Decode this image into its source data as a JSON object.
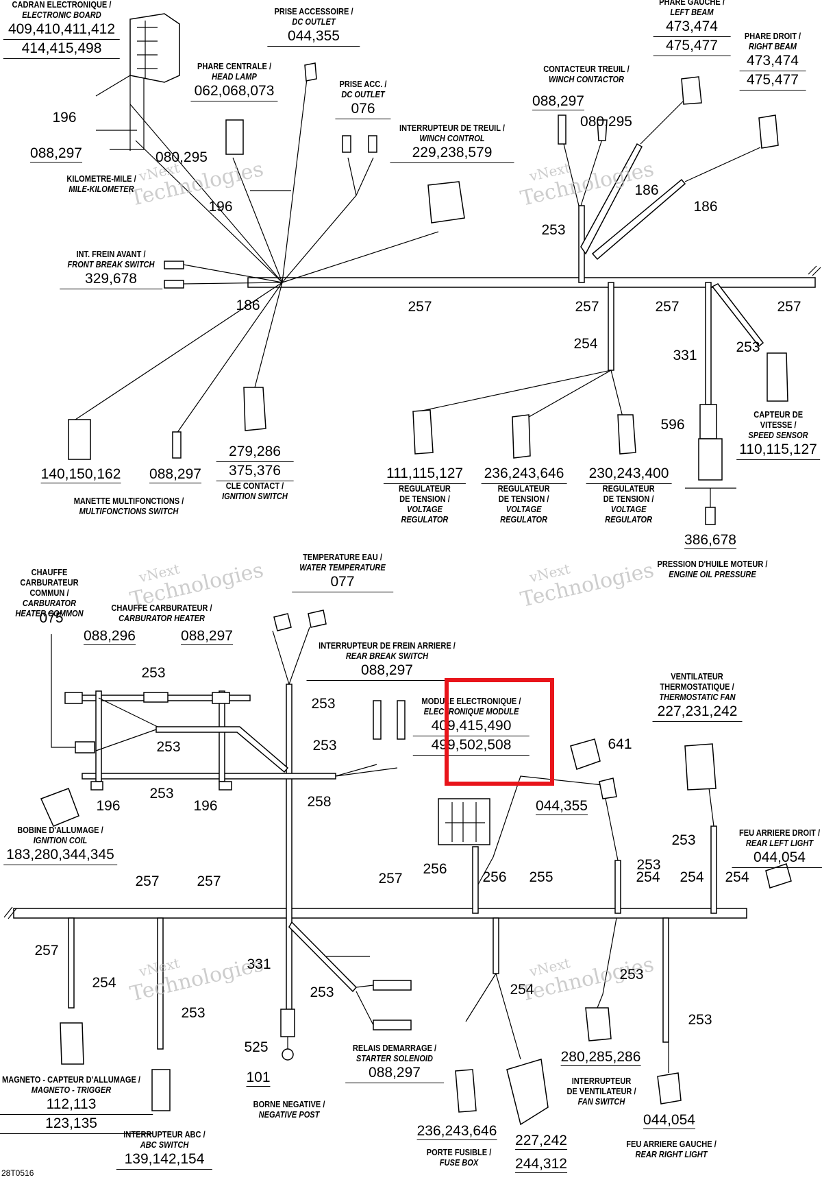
{
  "diagram_code": "28T0516",
  "watermark": [
    "vNext",
    "Technologies"
  ],
  "highlight_color": "#e8141a",
  "components": [
    {
      "id": "electronic-board",
      "fr": "CADRAN ELECTRONIQUE /",
      "en": "ELECTRONIC BOARD",
      "nums": [
        "409,410,411,412",
        "414,415,498"
      ]
    },
    {
      "id": "dc-outlet",
      "fr": "PRISE ACCESSOIRE /",
      "en": "DC OUTLET",
      "nums": [
        "044,355"
      ]
    },
    {
      "id": "left-beam",
      "fr": "PHARE GAUCHE /",
      "en": "LEFT BEAM",
      "nums": [
        "473,474",
        "475,477"
      ]
    },
    {
      "id": "right-beam",
      "fr": "PHARE DROIT /",
      "en": "RIGHT BEAM",
      "nums": [
        "473,474",
        "475,477"
      ]
    },
    {
      "id": "head-lamp",
      "fr": "PHARE CENTRALE /",
      "en": "HEAD LAMP",
      "nums": [
        "062,068,073"
      ]
    },
    {
      "id": "dc-outlet-2",
      "fr": "PRISE ACC. /",
      "en": "DC OUTLET",
      "nums": [
        "076"
      ]
    },
    {
      "id": "winch-contactor",
      "fr": "CONTACTEUR TREUIL /",
      "en": "WINCH CONTACTOR",
      "nums": [
        "088,297"
      ]
    },
    {
      "id": "winch-control",
      "fr": "INTERRUPTEUR DE TREUIL /",
      "en": "WINCH CONTROL",
      "nums": [
        "229,238,579"
      ]
    },
    {
      "id": "mile-kilometer",
      "fr": "KILOMETRE-MILE /",
      "en": "MILE-KILOMETER",
      "nums": []
    },
    {
      "id": "front-break-switch",
      "fr": "INT. FREIN AVANT /",
      "en": "FRONT BREAK SWITCH",
      "nums": [
        "329,678"
      ]
    },
    {
      "id": "multifunction-switch",
      "fr": "MANETTE MULTIFONCTIONS /",
      "en": "MULTIFONCTIONS SWITCH",
      "nums": [
        "140,150,162"
      ]
    },
    {
      "id": "ignition-switch",
      "fr": "CLE CONTACT /",
      "en": "IGNITION SWITCH",
      "nums": [
        "279,286",
        "375,376"
      ]
    },
    {
      "id": "voltage-regulator-1",
      "fr": "REGULATEUR DE TENSION /",
      "en": "VOLTAGE REGULATOR",
      "nums": [
        "111,115,127"
      ]
    },
    {
      "id": "voltage-regulator-2",
      "fr": "REGULATEUR DE TENSION /",
      "en": "VOLTAGE REGULATOR",
      "nums": [
        "236,243,646"
      ]
    },
    {
      "id": "voltage-regulator-3",
      "fr": "REGULATEUR DE TENSION /",
      "en": "VOLTAGE REGULATOR",
      "nums": [
        "230,243,400"
      ]
    },
    {
      "id": "speed-sensor",
      "fr": "CAPTEUR DE VITESSE /",
      "en": "SPEED SENSOR",
      "nums": [
        "110,115,127"
      ]
    },
    {
      "id": "engine-oil-pressure",
      "fr": "PRESSION D'HUILE MOTEUR /",
      "en": "ENGINE OIL PRESSURE",
      "nums": [
        "386,678"
      ]
    },
    {
      "id": "carburator-heater-common",
      "fr": "CHAUFFE CARBURATEUR COMMUN /",
      "en": "CARBURATOR HEATER COMMON",
      "nums": [
        "075"
      ]
    },
    {
      "id": "carburator-heater",
      "fr": "CHAUFFE CARBURATEUR /",
      "en": "CARBURATOR HEATER",
      "nums": []
    },
    {
      "id": "water-temperature",
      "fr": "TEMPERATURE EAU /",
      "en": "WATER TEMPERATURE",
      "nums": [
        "077"
      ]
    },
    {
      "id": "rear-break-switch",
      "fr": "INTERRUPTEUR DE FREIN ARRIERE /",
      "en": "REAR BREAK SWITCH",
      "nums": [
        "088,297"
      ]
    },
    {
      "id": "electronic-module",
      "fr": "MODULE ELECTRONIQUE /",
      "en": "ELECTRONIQUE MODULE",
      "nums": [
        "409,415,490",
        "499,502,508"
      ]
    },
    {
      "id": "thermostatic-fan",
      "fr": "VENTILATEUR THERMOSTATIQUE /",
      "en": "THERMOSTATIC FAN",
      "nums": [
        "227,231,242"
      ]
    },
    {
      "id": "rear-left-light",
      "fr": "FEU ARRIERE DROIT /",
      "en": "REAR LEFT LIGHT",
      "nums": [
        "044,054"
      ]
    },
    {
      "id": "ignition-coil",
      "fr": "BOBINE D'ALLUMAGE /",
      "en": "IGNITION COIL",
      "nums": [
        "183,280,344,345"
      ]
    },
    {
      "id": "magneto-trigger",
      "fr": "MAGNETO - CAPTEUR D'ALLUMAGE /",
      "en": "MAGNETO - TRIGGER",
      "nums": [
        "112,113",
        "123,135"
      ]
    },
    {
      "id": "abc-switch",
      "fr": "INTERRUPTEUR ABC /",
      "en": "ABC SWITCH",
      "nums": [
        "139,142,154"
      ]
    },
    {
      "id": "negative-post",
      "fr": "BORNE NEGATIVE /",
      "en": "NEGATIVE POST",
      "nums": []
    },
    {
      "id": "starter-solenoid",
      "fr": "RELAIS DEMARRAGE /",
      "en": "STARTER SOLENOID",
      "nums": [
        "088,297"
      ]
    },
    {
      "id": "fuse-box",
      "fr": "PORTE FUSIBLE /",
      "en": "FUSE BOX",
      "nums": [
        "236,243,646",
        "227,242",
        "244,312"
      ]
    },
    {
      "id": "fan-switch",
      "fr": "INTERRUPTEUR DE VENTILATEUR /",
      "en": "FAN SWITCH",
      "nums": [
        "280,285,286"
      ]
    },
    {
      "id": "rear-right-light",
      "fr": "FEU ARRIERE GAUCHE /",
      "en": "REAR RIGHT LIGHT",
      "nums": [
        "044,054"
      ]
    }
  ],
  "wire_refs": [
    {
      "id": "r196a",
      "text": "196"
    },
    {
      "id": "r088a",
      "text": "088,297"
    },
    {
      "id": "r080a",
      "text": "080,295"
    },
    {
      "id": "r196b",
      "text": "196"
    },
    {
      "id": "r186a",
      "text": "186"
    },
    {
      "id": "r257a",
      "text": "257"
    },
    {
      "id": "r080b",
      "text": "080,295"
    },
    {
      "id": "r186b",
      "text": "186"
    },
    {
      "id": "r186c",
      "text": "186"
    },
    {
      "id": "r253a",
      "text": "253"
    },
    {
      "id": "r257b",
      "text": "257"
    },
    {
      "id": "r257c",
      "text": "257"
    },
    {
      "id": "r257d",
      "text": "257"
    },
    {
      "id": "r254a",
      "text": "254"
    },
    {
      "id": "r331a",
      "text": "331"
    },
    {
      "id": "r253b",
      "text": "253"
    },
    {
      "id": "r596",
      "text": "596"
    },
    {
      "id": "r140b",
      "text": "088,297"
    },
    {
      "id": "r088c",
      "text": "088,296"
    },
    {
      "id": "r088d",
      "text": "088,297"
    },
    {
      "id": "r253c",
      "text": "253"
    },
    {
      "id": "r253d",
      "text": "253"
    },
    {
      "id": "r253e",
      "text": "253"
    },
    {
      "id": "r253f",
      "text": "253"
    },
    {
      "id": "r253g",
      "text": "253"
    },
    {
      "id": "r196c",
      "text": "196"
    },
    {
      "id": "r196d",
      "text": "196"
    },
    {
      "id": "r258",
      "text": "258"
    },
    {
      "id": "r641",
      "text": "641"
    },
    {
      "id": "r044a",
      "text": "044,355"
    },
    {
      "id": "r256a",
      "text": "256"
    },
    {
      "id": "r253h",
      "text": "253"
    },
    {
      "id": "r253i",
      "text": "253"
    },
    {
      "id": "r257e",
      "text": "257"
    },
    {
      "id": "r257f",
      "text": "257"
    },
    {
      "id": "r257g",
      "text": "257"
    },
    {
      "id": "r256b",
      "text": "256"
    },
    {
      "id": "r255",
      "text": "255"
    },
    {
      "id": "r254b",
      "text": "254"
    },
    {
      "id": "r254c",
      "text": "254"
    },
    {
      "id": "r254d",
      "text": "254"
    },
    {
      "id": "r257h",
      "text": "257"
    },
    {
      "id": "r254e",
      "text": "254"
    },
    {
      "id": "r331b",
      "text": "331"
    },
    {
      "id": "r253j",
      "text": "253"
    },
    {
      "id": "r253k",
      "text": "253"
    },
    {
      "id": "r254f",
      "text": "254"
    },
    {
      "id": "r253l",
      "text": "253"
    },
    {
      "id": "r253m",
      "text": "253"
    },
    {
      "id": "r525",
      "text": "525"
    },
    {
      "id": "r101",
      "text": "101"
    }
  ]
}
